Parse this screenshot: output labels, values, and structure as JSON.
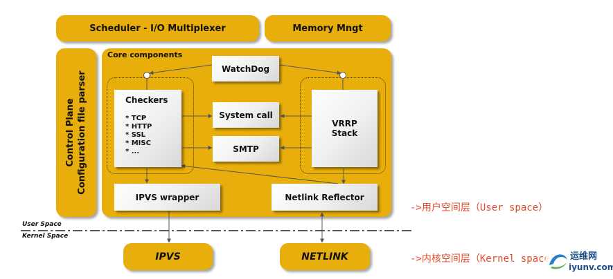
{
  "top": {
    "scheduler": "Scheduler - I/O Multiplexer",
    "memory": "Memory Mngt"
  },
  "control_plane": {
    "line1": "Control Plane",
    "line2": "Configuration file parser"
  },
  "core": {
    "title": "Core components",
    "watchdog": "WatchDog",
    "checkers": {
      "title": "Checkers",
      "items": [
        "* TCP",
        "* HTTP",
        "* SSL",
        "* MISC",
        "* ..."
      ]
    },
    "system_call": "System call",
    "smtp": "SMTP",
    "vrrp": {
      "line1": "VRRP",
      "line2": "Stack"
    },
    "ipvs_wrapper": "IPVS wrapper",
    "netlink_reflector": "Netlink Reflector"
  },
  "spaces": {
    "user": "User Space",
    "kernel": "Kernel Space"
  },
  "kernel": {
    "ipvs": "IPVS",
    "netlink": "NETLINK"
  },
  "notes": {
    "user_space": "->用户空间层（User space）",
    "kernel_space": "->内核空间层（Kernel space）"
  },
  "watermark": {
    "line1": "运维网",
    "line2": "iyunv.com"
  }
}
